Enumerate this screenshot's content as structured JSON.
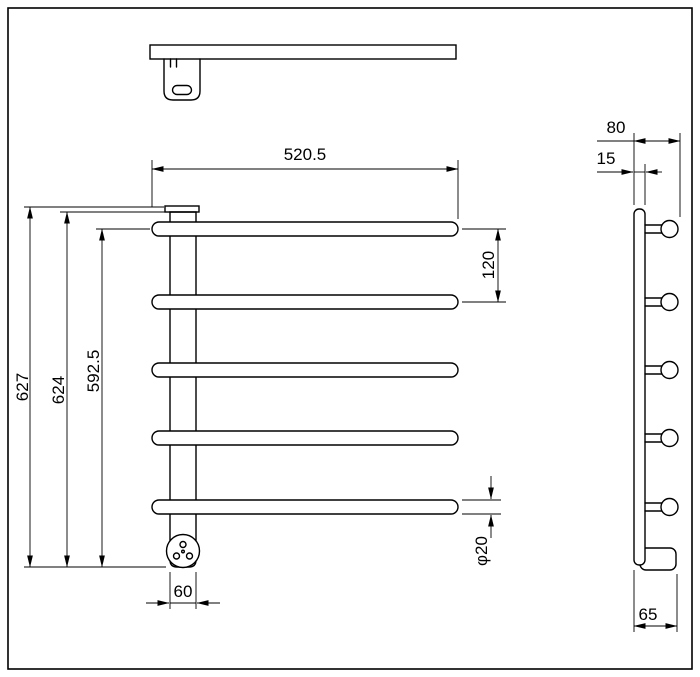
{
  "colors": {
    "background": "#ffffff",
    "line": "#000000"
  },
  "dimensions": {
    "overall_width": "520.5",
    "overall_height": "627",
    "mount_height": "624",
    "rail_span": "592.5",
    "bar_spacing": "120",
    "bar_diameter": "φ20",
    "post_width": "60",
    "depth_overall": "80",
    "post_depth": "15",
    "foot_depth": "65"
  }
}
